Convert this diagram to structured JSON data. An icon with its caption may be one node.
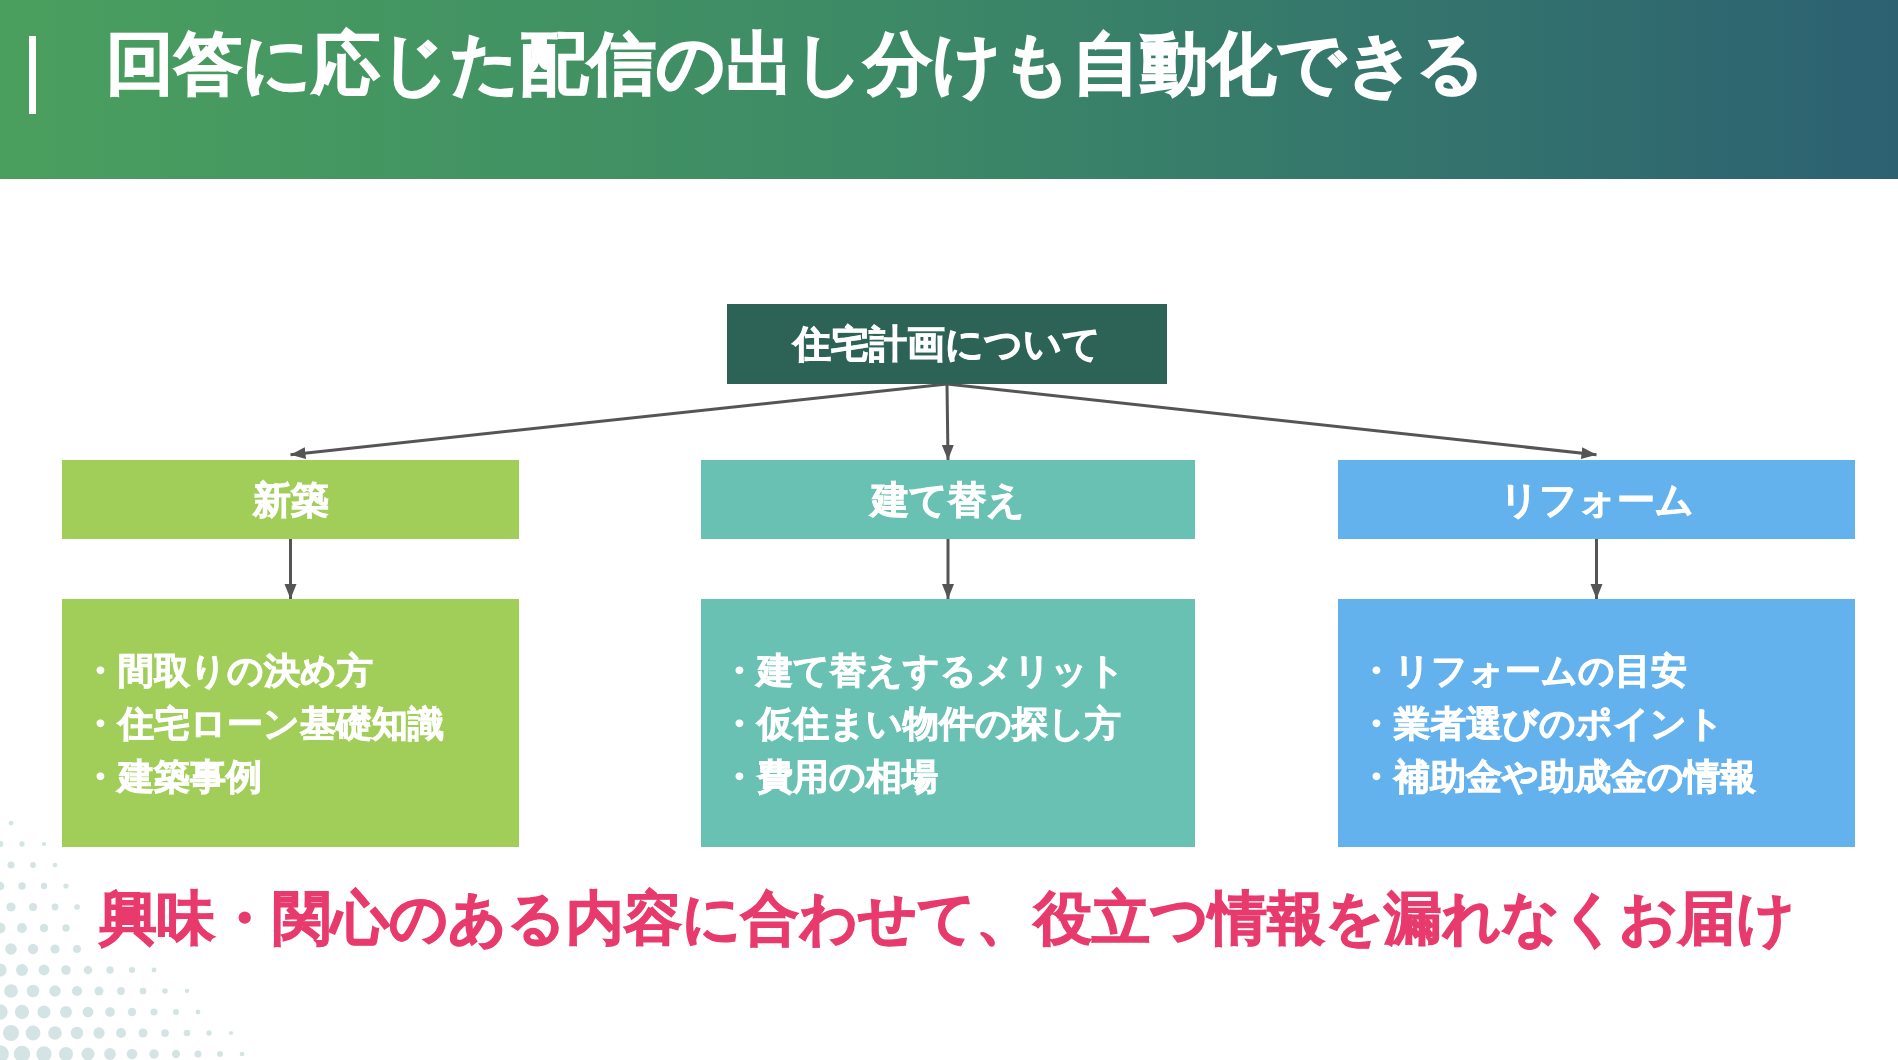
{
  "diagram": {
    "title": "回答に応じた配信の出し分けも自動化できる",
    "nodes": [
      {
        "text": [
          "住宅計画について"
        ]
      },
      {
        "text": [
          "新築"
        ]
      },
      {
        "text": [
          "建て替え"
        ]
      },
      {
        "text": [
          "リフォーム"
        ]
      },
      {
        "text": [
          "・間取りの決め方",
          "・住宅ローン基礎知識",
          "・建築事例"
        ]
      },
      {
        "text": [
          "・建て替えするメリット",
          "・仮住まい物件の探し方",
          "・費用の相場"
        ]
      },
      {
        "text": [
          "・リフォームの目安",
          "・業者選びのポイント",
          "・補助金や助成金の情報"
        ]
      }
    ],
    "edges": [
      {
        "from": 0,
        "to": 1,
        "arrow": "to"
      },
      {
        "from": 0,
        "to": 2,
        "arrow": "to"
      },
      {
        "from": 0,
        "to": 3,
        "arrow": "to"
      },
      {
        "from": 1,
        "to": 4,
        "arrow": "to"
      },
      {
        "from": 2,
        "to": 5,
        "arrow": "to"
      },
      {
        "from": 3,
        "to": 6,
        "arrow": "to"
      }
    ],
    "labels": [
      "興味・関心のある内容に合わせて、役立つ情報を漏れなくお届け"
    ]
  }
}
